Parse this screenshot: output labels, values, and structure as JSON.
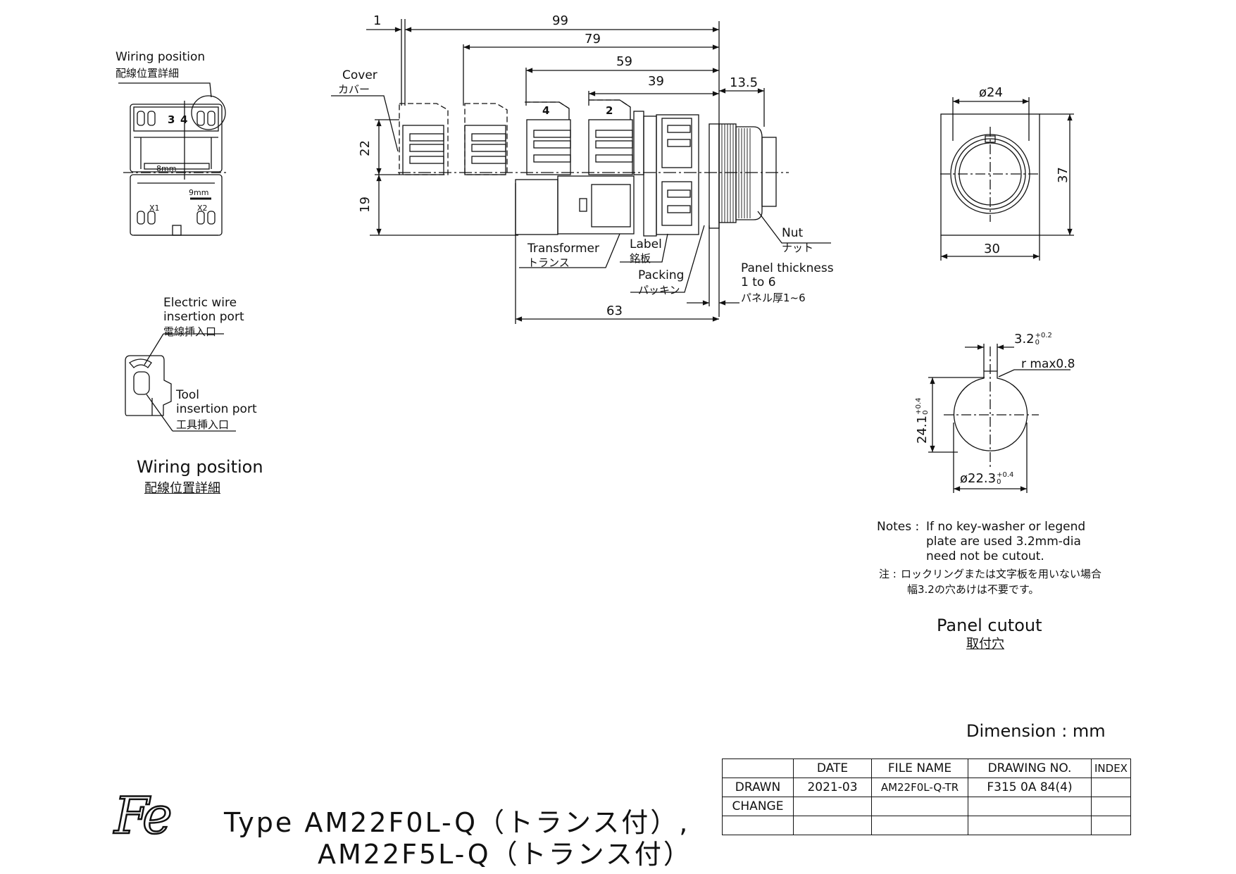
{
  "wiring_detail": {
    "callout_en": "Wiring position",
    "callout_jp": "配線位置詳細",
    "terminal_3": "3",
    "terminal_4": "4",
    "mark_8mm": "8mm",
    "mark_9mm": "9mm",
    "x1": "X1",
    "x2": "X2",
    "electric_wire_en_1": "Electric wire",
    "electric_wire_en_2": "insertion port",
    "electric_wire_jp": "電線挿入口",
    "tool_en_1": "Tool",
    "tool_en_2": "insertion port",
    "tool_jp": "工具挿入口",
    "caption_en": "Wiring position",
    "caption_jp": "配線位置詳細"
  },
  "side_view": {
    "dim_1": "1",
    "dim_99": "99",
    "dim_79": "79",
    "dim_59": "59",
    "dim_39": "39",
    "dim_13_5": "13.5",
    "dim_22": "22",
    "dim_19": "19",
    "dim_63": "63",
    "block_4": "4",
    "block_2": "2",
    "cover_en": "Cover",
    "cover_jp": "カバー",
    "nut_en": "Nut",
    "nut_jp": "ナット",
    "transformer_en": "Transformer",
    "transformer_jp": "トランス",
    "label_en": "Label",
    "label_jp": "銘板",
    "packing_en": "Packing",
    "packing_jp": "パッキン",
    "panel_en_1": "Panel thickness",
    "panel_en_2": "1 to 6",
    "panel_jp": "パネル厚1~6"
  },
  "front_view": {
    "dim_dia": "ø24",
    "dim_h": "37",
    "dim_w": "30"
  },
  "cutout": {
    "dim_key": "3.2",
    "dim_key_tol_up": "+0.2",
    "dim_key_tol_lo": "0",
    "radius": "r max0.8",
    "dim_height": "24.1",
    "dim_height_tol_up": "+0.4",
    "dim_height_tol_lo": "0",
    "dim_dia": "ø22.3",
    "dim_dia_tol_up": "+0.4",
    "dim_dia_tol_lo": "0",
    "notes_label": "Notes :",
    "notes_1": "If no key-washer or legend",
    "notes_2": "plate are used 3.2mm-dia",
    "notes_3": "need not be cutout.",
    "notes_jp_label": "注 :",
    "notes_jp_1": "ロックリングまたは文字板を用いない場合",
    "notes_jp_2": "幅3.2の穴あけは不要です。",
    "caption_en": "Panel cutout",
    "caption_jp": "取付穴"
  },
  "dimension_unit": "Dimension : mm",
  "title_block": {
    "headers": [
      "",
      "DATE",
      "FILE NAME",
      "DRAWING NO.",
      "INDEX"
    ],
    "rows": [
      [
        "DRAWN",
        "2021-03",
        "AM22F0L-Q-TR",
        "F315 0A 84(4)",
        ""
      ],
      [
        "CHANGE",
        "",
        "",
        "",
        ""
      ],
      [
        "",
        "",
        "",
        "",
        ""
      ]
    ]
  },
  "logo": "Fe",
  "type_line_1": "Type  AM22F0L-Q（トランス付）,",
  "type_line_2": "AM22F5L-Q（トランス付）"
}
